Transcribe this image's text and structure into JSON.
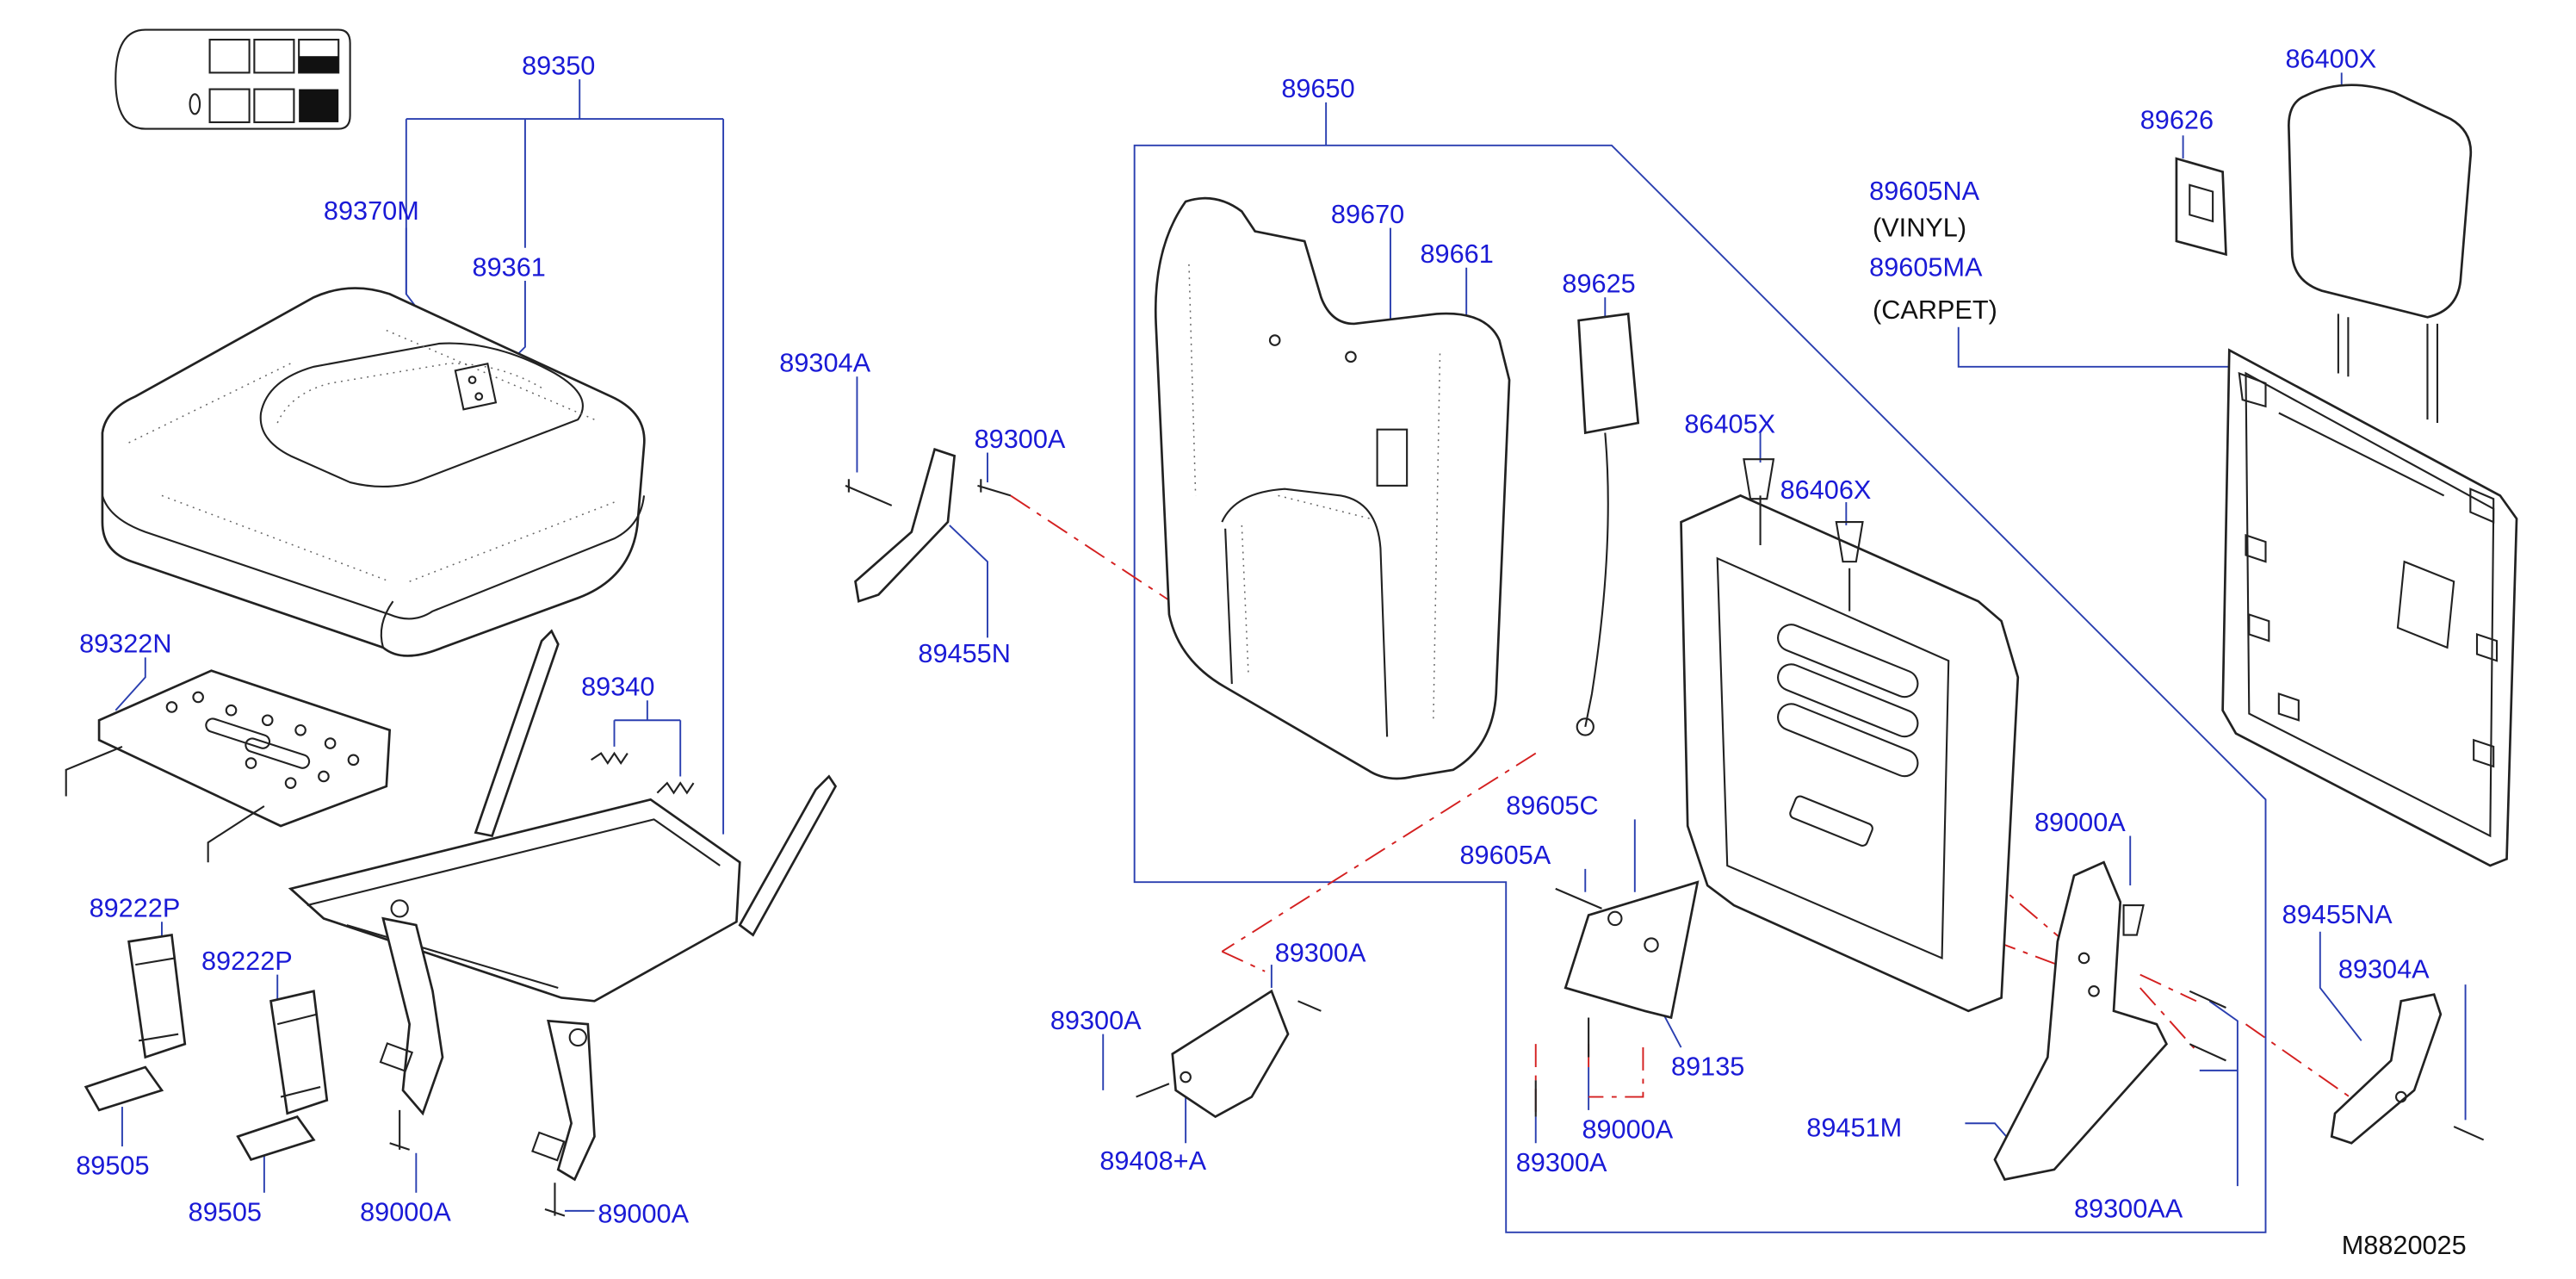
{
  "diagram": {
    "reference": "M8820025",
    "labels": [
      {
        "id": "p89350",
        "text": "89350"
      },
      {
        "id": "p89370m",
        "text": "89370M"
      },
      {
        "id": "p89361",
        "text": "89361"
      },
      {
        "id": "p89322n",
        "text": "89322N"
      },
      {
        "id": "p89340",
        "text": "89340"
      },
      {
        "id": "p89222p_a",
        "text": "89222P"
      },
      {
        "id": "p89222p_b",
        "text": "89222P"
      },
      {
        "id": "p89505_a",
        "text": "89505"
      },
      {
        "id": "p89505_b",
        "text": "89505"
      },
      {
        "id": "p89000a_a",
        "text": "89000A"
      },
      {
        "id": "p89000a_b",
        "text": "89000A"
      },
      {
        "id": "p89304a_a",
        "text": "89304A"
      },
      {
        "id": "p89300a_a",
        "text": "89300A"
      },
      {
        "id": "p89455n",
        "text": "89455N"
      },
      {
        "id": "p89650",
        "text": "89650"
      },
      {
        "id": "p89670",
        "text": "89670"
      },
      {
        "id": "p89661",
        "text": "89661"
      },
      {
        "id": "p89625",
        "text": "89625"
      },
      {
        "id": "p86405x",
        "text": "86405X"
      },
      {
        "id": "p86406x",
        "text": "86406X"
      },
      {
        "id": "p89605c",
        "text": "89605C"
      },
      {
        "id": "p89605a",
        "text": "89605A"
      },
      {
        "id": "p89300a_b",
        "text": "89300A"
      },
      {
        "id": "p89300a_c",
        "text": "89300A"
      },
      {
        "id": "p89408a",
        "text": "89408+A"
      },
      {
        "id": "p89135",
        "text": "89135"
      },
      {
        "id": "p89000a_c",
        "text": "89000A"
      },
      {
        "id": "p89300a_d",
        "text": "89300A"
      },
      {
        "id": "p89000a_d",
        "text": "89000A"
      },
      {
        "id": "p89451m",
        "text": "89451M"
      },
      {
        "id": "p89300aa",
        "text": "89300AA"
      },
      {
        "id": "p89626",
        "text": "89626"
      },
      {
        "id": "p86400x",
        "text": "86400X"
      },
      {
        "id": "p89605na",
        "text": "89605NA"
      },
      {
        "id": "p89605ma",
        "text": "89605MA"
      },
      {
        "id": "p89455na",
        "text": "89455NA"
      },
      {
        "id": "p89304a_b",
        "text": "89304A"
      }
    ],
    "notes": {
      "vinyl": "(VINYL)",
      "carpet": "(CARPET)"
    },
    "colors": {
      "label": "#1a1ad6",
      "leader": "#2a3fb0",
      "centerline": "#d42020",
      "outline": "#222222"
    }
  }
}
